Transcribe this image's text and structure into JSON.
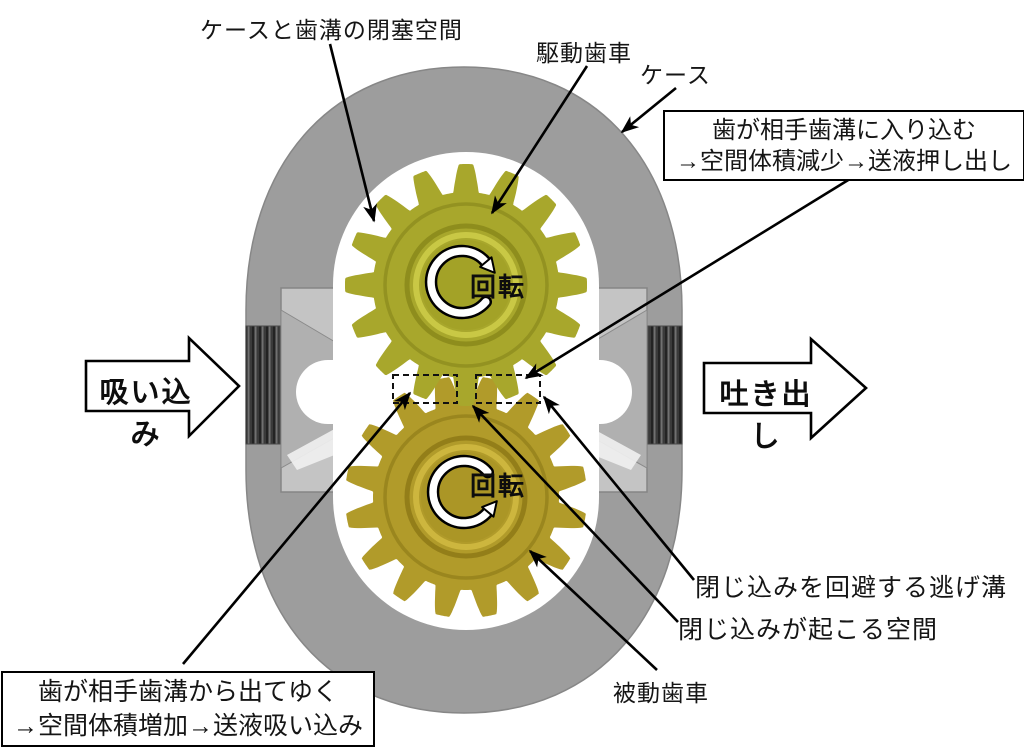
{
  "diagram": {
    "labels": {
      "closed_space": "ケースと歯溝の閉塞空間",
      "drive_gear": "駆動歯車",
      "case": "ケース",
      "relief_groove": "閉じ込みを回避する逃げ溝",
      "trap_space": "閉じ込みが起こる空間",
      "driven_gear": "被動歯車",
      "rotation_top": "回転",
      "rotation_bottom": "回転"
    },
    "flow": {
      "suction": "吸い込み",
      "discharge": "吐き出し"
    },
    "boxes": {
      "discharge_note": {
        "line1": "歯が相手歯溝に入り込む",
        "line2": "→空間体積減少→送液押し出し"
      },
      "suction_note": {
        "line1": "歯が相手歯溝から出てゆく",
        "line2": "→空間体積増加→送液吸い込み"
      }
    },
    "colors": {
      "case": "#9d9d9d",
      "drive_gear": "#a8a72c",
      "driven_gear": "#b19b2a",
      "port_dark": "#3a3a3a",
      "background": "#ffffff"
    }
  }
}
